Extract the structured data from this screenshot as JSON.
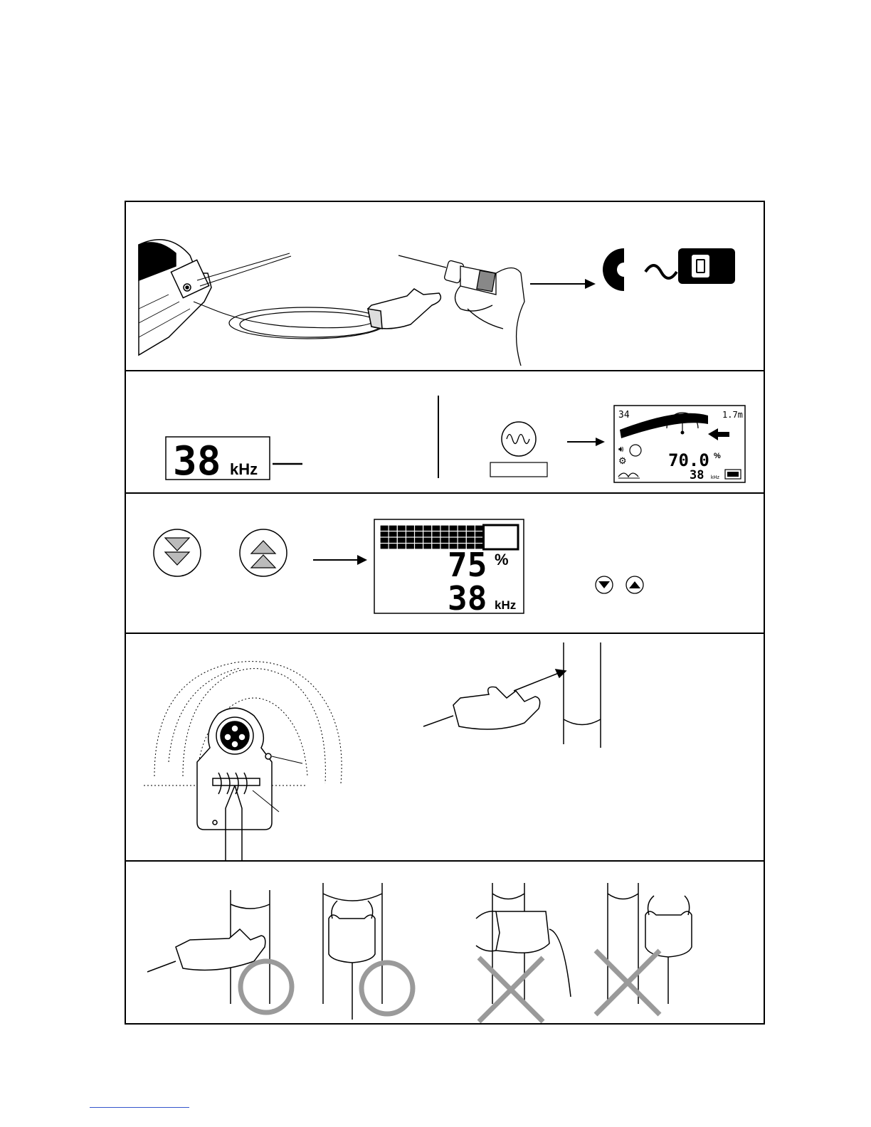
{
  "panel2": {
    "freq_value": "38",
    "freq_unit": "kHz",
    "display": {
      "top_left": "34",
      "top_right": "1.7m",
      "gain_value": "70.0",
      "gain_unit": "%",
      "freq_value": "38",
      "freq_unit": "kHz"
    }
  },
  "panel3": {
    "gain_level": 0.75,
    "display": {
      "gain_value": "75",
      "gain_unit": "%",
      "freq_value": "38",
      "freq_unit": "kHz"
    }
  },
  "icons": {
    "panel1_symbol": "clamp-to-receiver-icon",
    "panel2_button": "sine-wave-button-icon",
    "panel3_down": "double-down-arrow-icon",
    "panel3_up": "double-up-arrow-icon"
  },
  "colors": {
    "ok_circle": "#9a9a9a",
    "ng_cross": "#9a9a9a"
  }
}
